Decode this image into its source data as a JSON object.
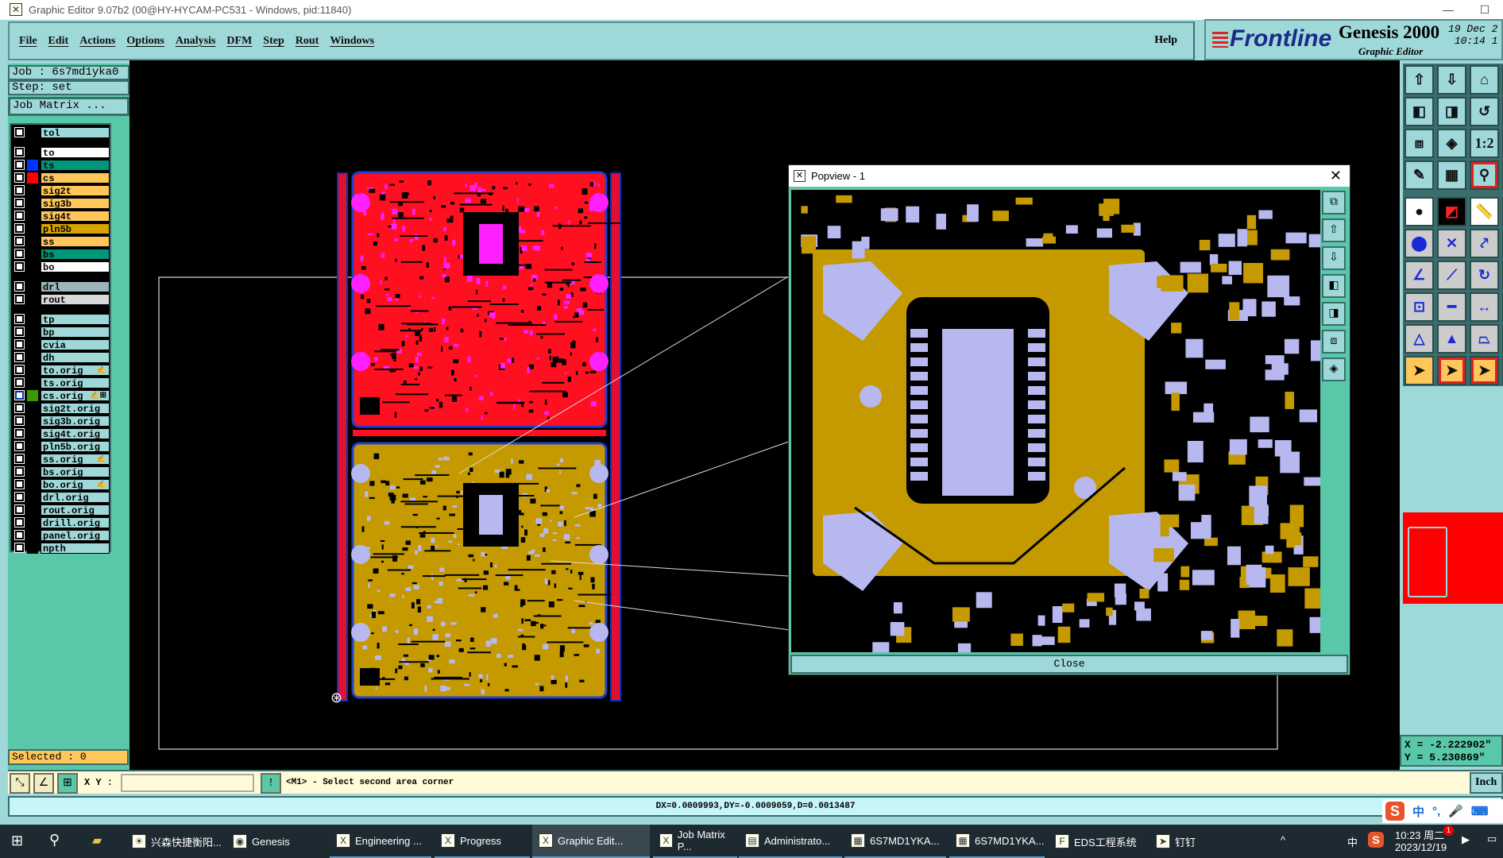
{
  "window": {
    "title": "Graphic Editor 9.07b2 (00@HY-HYCAM-PC531 - Windows, pid:11840)",
    "minimize": "—",
    "maximize": "☐"
  },
  "menu": [
    "File",
    "Edit",
    "Actions",
    "Options",
    "Analysis",
    "DFM",
    "Step",
    "Rout",
    "Windows"
  ],
  "help": "Help",
  "brand": {
    "logo": "Frontline",
    "product": "Genesis 2000",
    "subtitle": "Graphic Editor",
    "date": "19  Dec  2",
    "time": "10:14  1"
  },
  "job": {
    "job": "Job : 6s7md1yka0",
    "step": "Step: set",
    "matrix_button": "Job Matrix ..."
  },
  "layers": [
    {
      "name": "tol",
      "color": "#9fd8d8",
      "swatch": ""
    },
    {
      "name": "to",
      "color": "#ffffff",
      "swatch": "",
      "gap": true
    },
    {
      "name": "ts",
      "color": "#00967a",
      "swatch": "#0033ff"
    },
    {
      "name": "cs",
      "color": "#ffc65a",
      "swatch": "#ff0000"
    },
    {
      "name": "sig2t",
      "color": "#ffc65a",
      "swatch": ""
    },
    {
      "name": "sig3b",
      "color": "#ffc65a",
      "swatch": ""
    },
    {
      "name": "sig4t",
      "color": "#ffc65a",
      "swatch": ""
    },
    {
      "name": "pln5b",
      "color": "#d8a400",
      "swatch": ""
    },
    {
      "name": "ss",
      "color": "#ffc65a",
      "swatch": ""
    },
    {
      "name": "bs",
      "color": "#00967a",
      "swatch": ""
    },
    {
      "name": "bo",
      "color": "#ffffff",
      "swatch": ""
    },
    {
      "name": "drl",
      "color": "#9cb4bc",
      "swatch": "",
      "gap": true
    },
    {
      "name": "rout",
      "color": "#d8d8d8",
      "swatch": ""
    },
    {
      "name": "tp",
      "color": "#9fd8d8",
      "swatch": "",
      "gap": true
    },
    {
      "name": "bp",
      "color": "#9fd8d8",
      "swatch": ""
    },
    {
      "name": "cvia",
      "color": "#9fd8d8",
      "swatch": ""
    },
    {
      "name": "dh",
      "color": "#9fd8d8",
      "swatch": ""
    },
    {
      "name": "to.orig",
      "color": "#9fd8d8",
      "swatch": "",
      "hint": "✍"
    },
    {
      "name": "ts.orig",
      "color": "#9fd8d8",
      "swatch": ""
    },
    {
      "name": "cs.orig",
      "color": "#9fd8d8",
      "swatch": "#3a9a00",
      "hint": "✍⊞"
    },
    {
      "name": "sig2t.orig",
      "color": "#9fd8d8",
      "swatch": ""
    },
    {
      "name": "sig3b.orig",
      "color": "#9fd8d8",
      "swatch": ""
    },
    {
      "name": "sig4t.orig",
      "color": "#9fd8d8",
      "swatch": ""
    },
    {
      "name": "pln5b.orig",
      "color": "#9fd8d8",
      "swatch": ""
    },
    {
      "name": "ss.orig",
      "color": "#9fd8d8",
      "swatch": "",
      "hint": "✍"
    },
    {
      "name": "bs.orig",
      "color": "#9fd8d8",
      "swatch": ""
    },
    {
      "name": "bo.orig",
      "color": "#9fd8d8",
      "swatch": "",
      "hint": "✍"
    },
    {
      "name": "drl.orig",
      "color": "#9fd8d8",
      "swatch": ""
    },
    {
      "name": "rout.orig",
      "color": "#9fd8d8",
      "swatch": ""
    },
    {
      "name": "drill.orig",
      "color": "#9fd8d8",
      "swatch": ""
    },
    {
      "name": "panel.orig",
      "color": "#9fd8d8",
      "swatch": ""
    },
    {
      "name": "npth",
      "color": "#9fd8d8",
      "swatch": ""
    }
  ],
  "selected": "Selected : 0",
  "command": {
    "xy_label": "X Y :",
    "xy_value": "",
    "prompt": "<M1> - Select second area corner",
    "units": "Inch"
  },
  "status": "DX=0.0009993,DY=-0.0009059,D=0.0013487",
  "coords": {
    "x": "X = -2.222902\"",
    "y": "Y = 5.230869\""
  },
  "popview": {
    "title": "Popview - 1",
    "close": "Close"
  },
  "toolbar": [
    {
      "icon": "zoom-home-up-icon",
      "g": "⇧",
      "bg": "#9fd8d8"
    },
    {
      "icon": "zoom-down-icon",
      "g": "⇩",
      "bg": "#9fd8d8"
    },
    {
      "icon": "home-icon",
      "g": "⌂",
      "bg": "#9fd8d8"
    },
    {
      "icon": "pan-left-icon",
      "g": "◧",
      "bg": "#9fd8d8"
    },
    {
      "icon": "pan-right-icon",
      "g": "◨",
      "bg": "#9fd8d8"
    },
    {
      "icon": "undo-view-icon",
      "g": "↺",
      "bg": "#9fd8d8"
    },
    {
      "icon": "zoom-fit-icon",
      "g": "⧈",
      "bg": "#9fd8d8"
    },
    {
      "icon": "zoom-center-icon",
      "g": "◈",
      "bg": "#9fd8d8"
    },
    {
      "icon": "scale-1-2-icon",
      "g": "1:2",
      "bg": "#9fd8d8"
    },
    {
      "icon": "tools-palette-icon",
      "g": "✎",
      "bg": "#9fd8d8"
    },
    {
      "icon": "grid-icon",
      "g": "▦",
      "bg": "#9fd8d8"
    },
    {
      "icon": "netlist-icon",
      "g": "⚲",
      "bg": "#9fd8d8",
      "red": true
    },
    {
      "icon": "snap-icon",
      "g": "●",
      "bg": "#ffffff"
    },
    {
      "icon": "measure-pads-icon",
      "g": "◩",
      "bg": "#000000"
    },
    {
      "icon": "ruler-icon",
      "g": "📏",
      "bg": "#ffffff"
    },
    {
      "icon": "connect-pads-icon",
      "g": "⬤",
      "bg": "#cccccc"
    },
    {
      "icon": "delete-cross-icon",
      "g": "✕",
      "bg": "#cccccc"
    },
    {
      "icon": "pad-to-pad-icon",
      "g": "⤤",
      "bg": "#cccccc"
    },
    {
      "icon": "angle-line-icon",
      "g": "∠",
      "bg": "#cccccc"
    },
    {
      "icon": "line-measure-icon",
      "g": "⟋",
      "bg": "#cccccc"
    },
    {
      "icon": "arc-rotate-icon",
      "g": "↻",
      "bg": "#cccccc"
    },
    {
      "icon": "pad-distance-icon",
      "g": "⊡",
      "bg": "#cccccc"
    },
    {
      "icon": "line-width-icon",
      "g": "━",
      "bg": "#cccccc"
    },
    {
      "icon": "dimension-icon",
      "g": "↔",
      "bg": "#cccccc"
    },
    {
      "icon": "triangle-small-icon",
      "g": "△",
      "bg": "#cccccc"
    },
    {
      "icon": "triangle-tall-icon",
      "g": "▲",
      "bg": "#cccccc"
    },
    {
      "icon": "trapezoid-icon",
      "g": "⏢",
      "bg": "#cccccc"
    },
    {
      "icon": "select-arrow-icon",
      "g": "➤",
      "bg": "#ffc65a"
    },
    {
      "icon": "select-box-icon",
      "g": "➤",
      "bg": "#ffc65a",
      "red": true
    },
    {
      "icon": "select-polygon-icon",
      "g": "➤",
      "bg": "#ffc65a",
      "red": true
    }
  ],
  "taskbar": {
    "items": [
      {
        "label": "兴森快捷衡阳...",
        "icon": "☀"
      },
      {
        "label": "Genesis",
        "icon": "◉"
      },
      {
        "label": "Engineering ...",
        "icon": "X"
      },
      {
        "label": "Progress",
        "icon": "X"
      },
      {
        "label": "Graphic Edit...",
        "icon": "X",
        "active": true
      },
      {
        "label": "Job Matrix P...",
        "icon": "X"
      },
      {
        "label": "Administrato...",
        "icon": "▤"
      },
      {
        "label": "6S7MD1YKA...",
        "icon": "▦"
      },
      {
        "label": "6S7MD1YKA...",
        "icon": "▦"
      },
      {
        "label": "EDS工程系统",
        "icon": "F"
      },
      {
        "label": "钉钉",
        "icon": "➤"
      }
    ],
    "ime": "中",
    "ime_tray": "中",
    "time": "10:23 周二",
    "date": "2023/12/19",
    "badge": "1"
  }
}
